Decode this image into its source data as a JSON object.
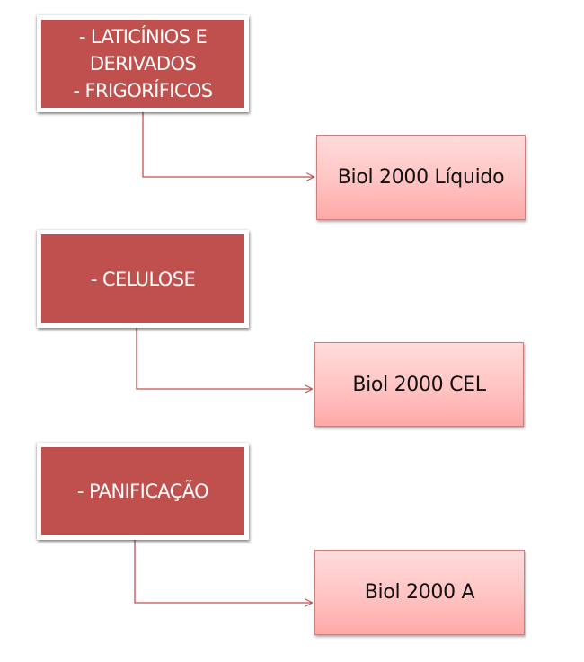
{
  "pairs": [
    {
      "sector_lines": [
        "- LATICÍNIOS E",
        "DERIVADOS",
        "- FRIGORÍFICOS"
      ],
      "product": "Biol 2000 Líquido"
    },
    {
      "sector_lines": [
        "- CELULOSE"
      ],
      "product": "Biol 2000 CEL"
    },
    {
      "sector_lines": [
        "- PANIFICAÇÃO"
      ],
      "product": "Biol 2000 A"
    }
  ],
  "colors": {
    "sector_fill": "#c0504d",
    "sector_text": "#ffffff",
    "product_fill_top": "#ffdcdb",
    "product_fill_bottom": "#ffa9a8",
    "connector": "#c0504d"
  }
}
